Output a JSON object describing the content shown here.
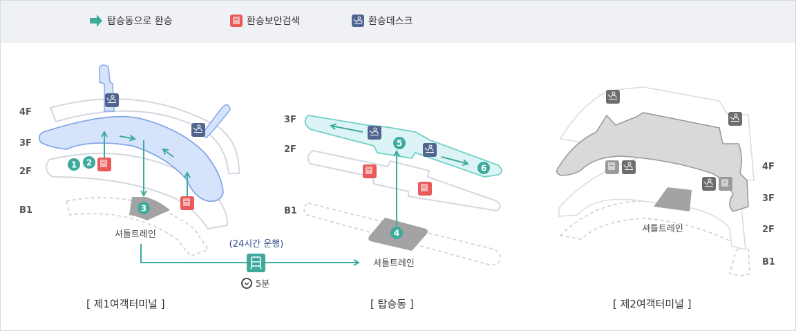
{
  "legend": {
    "items": [
      {
        "icon": "teal-arrow-icon",
        "label": "탑승동으로 환승"
      },
      {
        "icon": "security-gate-icon",
        "label": "환승보안검색"
      },
      {
        "icon": "transfer-desk-icon",
        "label": "환승데스크"
      }
    ]
  },
  "colors": {
    "teal": "#3daa9c",
    "red": "#e95b5b",
    "navy": "#506690",
    "t1_fill": "#d6e4fb",
    "t1_stroke": "#85a6e6",
    "concourse_fill": "#dcf4f6",
    "concourse_stroke": "#6fcfc5",
    "t2_fill": "#d9d9d9",
    "t2_stroke": "#9a9a9a",
    "outline": "#d4d7e0"
  },
  "terminal1": {
    "caption": "[ 제1여객터미널 ]",
    "floors": [
      "4F",
      "3F",
      "2F",
      "B1"
    ],
    "shuttle_label": "셔틀트레인",
    "steps": [
      "1",
      "2",
      "3"
    ]
  },
  "concourse": {
    "caption": "[ 탑승동 ]",
    "floors": [
      "3F",
      "2F",
      "B1"
    ],
    "shuttle_label": "셔틀트레인",
    "steps": [
      "4",
      "5",
      "6"
    ]
  },
  "terminal2": {
    "caption": "[ 제2여객터미널 ]",
    "floors": [
      "4F",
      "3F",
      "2F",
      "B1"
    ],
    "shuttle_label": "셔틀트레인"
  },
  "shuttle": {
    "operation": "(24시간 운행)",
    "duration": "5분",
    "icon": "train-icon"
  }
}
